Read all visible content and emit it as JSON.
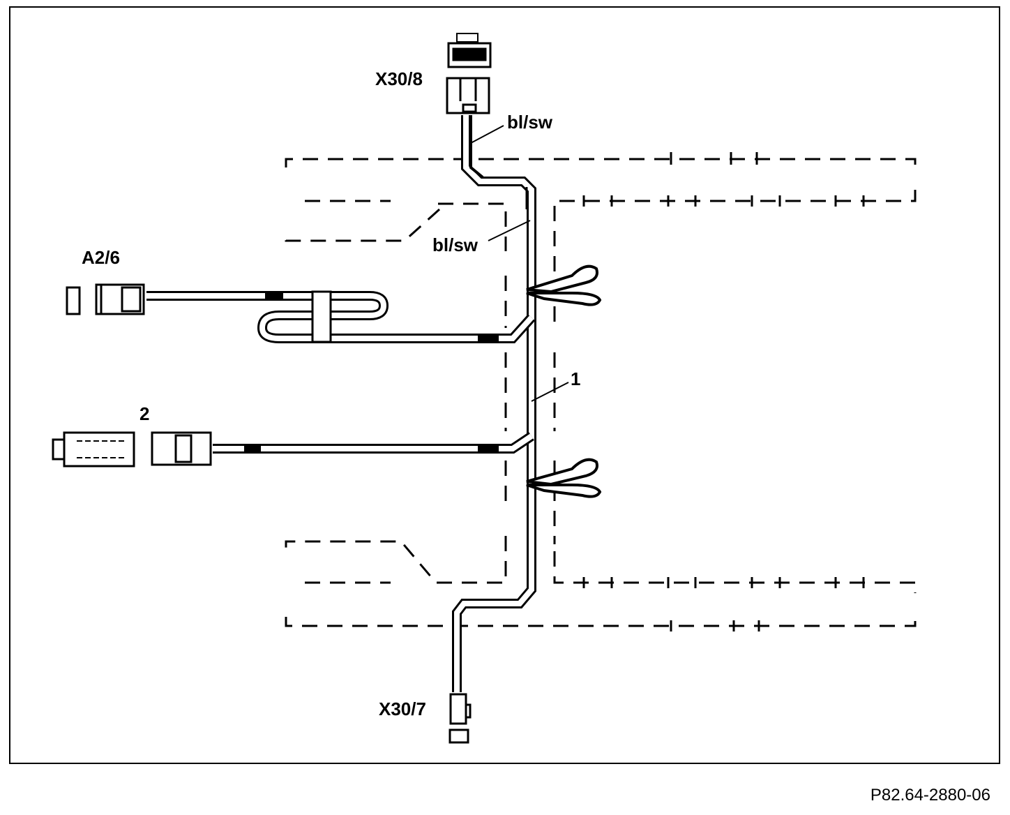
{
  "labels": {
    "x30_8": "X30/8",
    "wire_color_top": "bl/sw",
    "wire_color_mid": "bl/sw",
    "a2_6": "A2/6",
    "item_1": "1",
    "item_2": "2",
    "x30_7": "X30/7"
  },
  "figure_ref": "P82.64-2880-06",
  "colors": {
    "line": "#000000",
    "background": "#ffffff"
  }
}
